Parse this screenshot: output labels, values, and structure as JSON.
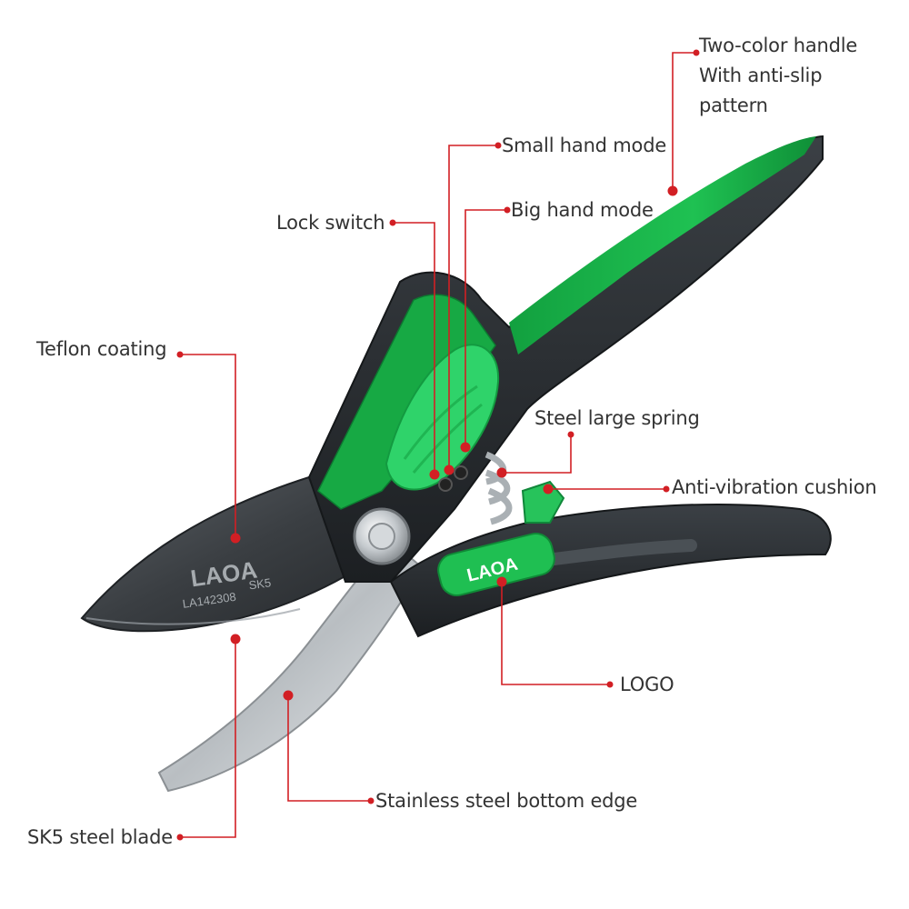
{
  "colors": {
    "leader": "#d21f24",
    "accent_green": "#19b34a",
    "dark_body": "#2b2f33",
    "blade_dark": "#3a3e42",
    "steel": "#c9ced2",
    "text": "#333333"
  },
  "product": {
    "brand": "LAOA",
    "model": "LA142308",
    "steel_grade": "SK5",
    "handle_logo": "LAOA"
  },
  "callouts": {
    "two_color_handle": [
      "Two-color handle",
      "With anti-slip",
      "pattern"
    ],
    "small_hand_mode": "Small hand mode",
    "big_hand_mode": "Big hand mode",
    "lock_switch": "Lock switch",
    "teflon_coating": "Teflon coating",
    "steel_large_spring": "Steel large spring",
    "anti_vibration_cushion": "Anti-vibration cushion",
    "logo": "LOGO",
    "stainless_steel_bottom_edge": "Stainless steel bottom edge",
    "sk5_steel_blade": "SK5 steel blade"
  }
}
